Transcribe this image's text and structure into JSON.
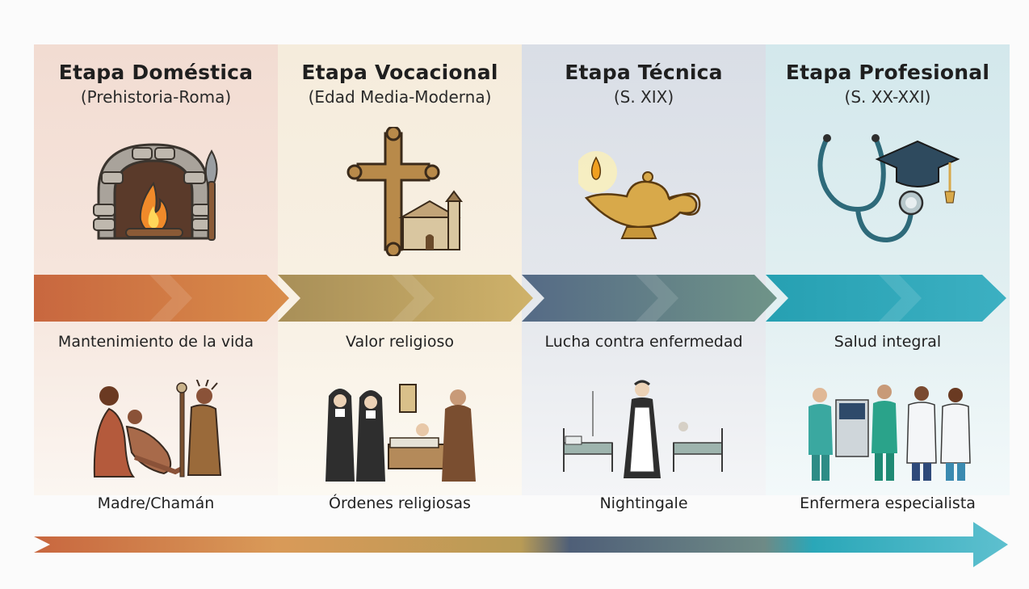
{
  "stages": [
    {
      "title": "Etapa Doméstica",
      "period": "(Prehistoria-Roma)",
      "value": "Mantenimiento de la vida",
      "agent": "Madre/Chamán",
      "icon": "hearth-fire-icon",
      "people_icon": "mother-shaman-icon"
    },
    {
      "title": "Etapa Vocacional",
      "period": "(Edad Media-Moderna)",
      "value": "Valor religioso",
      "agent": "Órdenes religiosas",
      "icon": "cross-church-icon",
      "people_icon": "nuns-monk-icon"
    },
    {
      "title": "Etapa Técnica",
      "period": "(S. XIX)",
      "value": "Lucha contra enfermedad",
      "agent": "Nightingale",
      "icon": "oil-lamp-icon",
      "people_icon": "nightingale-ward-icon"
    },
    {
      "title": "Etapa Profesional",
      "period": "(S. XX-XXI)",
      "value": "Salud integral",
      "agent": "Enfermera especialista",
      "icon": "stethoscope-cap-icon",
      "people_icon": "specialist-team-icon"
    }
  ],
  "colors": {
    "domestica": "#c8673f",
    "vocacional": "#b89b56",
    "tecnica": "#5b6f8a",
    "profesional": "#2aa7b8"
  }
}
